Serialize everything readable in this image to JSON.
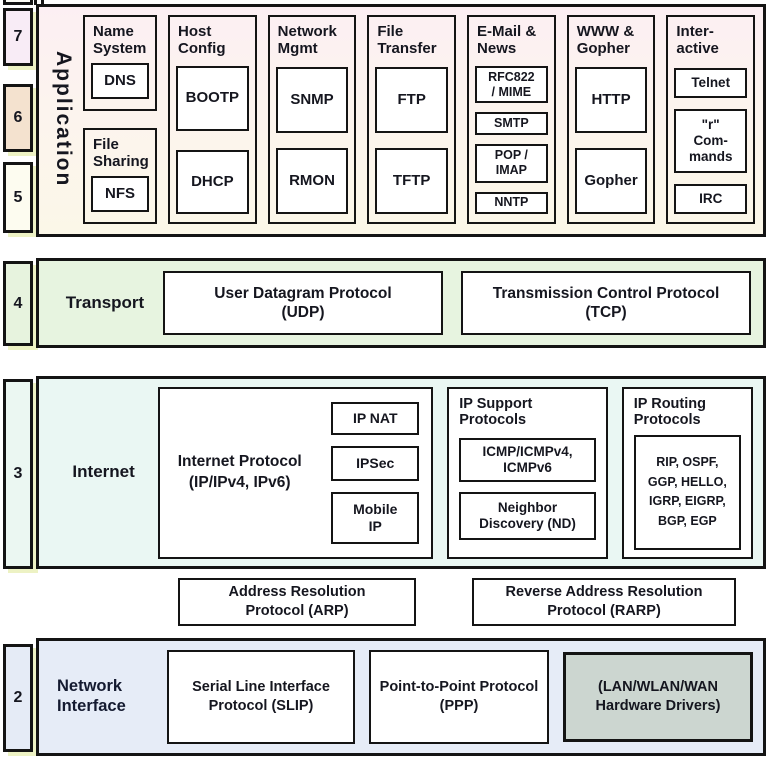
{
  "colors": {
    "border": "#141414",
    "app_band_top": "#fceff3",
    "app_band_bottom": "#fbf7e8",
    "transport_band": "#e7f4e0",
    "internet_band": "#eaf7f3",
    "network_interface_band": "#e6ecf7",
    "hardware_box": "#ccd6d0",
    "glow": "#edf2c4",
    "num7_fill": "#f8ecf6",
    "num6_fill": "#f4e2cf",
    "num5_fill": "#fdfcf0",
    "num4_fill": "#e7f3de",
    "num3_fill": "#ebf7f2",
    "num2_fill": "#e5ebf6"
  },
  "layers": {
    "numbers": [
      "7",
      "6",
      "5",
      "4",
      "3",
      "2"
    ]
  },
  "application": {
    "label": "Application",
    "name_system": {
      "header": "Name\nSystem",
      "protocol": "DNS"
    },
    "file_sharing": {
      "header": "File\nSharing",
      "protocol": "NFS"
    },
    "host_config": {
      "header": "Host\nConfig",
      "protocols": [
        "BOOTP",
        "DHCP"
      ]
    },
    "network_mgmt": {
      "header": "Network\nMgmt",
      "protocols": [
        "SNMP",
        "RMON"
      ]
    },
    "file_transfer": {
      "header": "File\nTransfer",
      "protocols": [
        "FTP",
        "TFTP"
      ]
    },
    "email_news": {
      "header": "E-Mail &\nNews",
      "protocols": [
        "RFC822\n/ MIME",
        "SMTP",
        "POP /\nIMAP",
        "NNTP"
      ]
    },
    "www_gopher": {
      "header": "WWW &\nGopher",
      "protocols": [
        "HTTP",
        "Gopher"
      ]
    },
    "interactive": {
      "header": "Inter-\nactive",
      "protocols": [
        "Telnet",
        "\"r\"\nCom-\nmands",
        "IRC"
      ]
    }
  },
  "transport": {
    "label": "Transport",
    "udp": "User Datagram Protocol\n(UDP)",
    "tcp": "Transmission Control Protocol\n(TCP)"
  },
  "internet": {
    "label": "Internet",
    "ip_title": "Internet Protocol\n(IP/IPv4, IPv6)",
    "ip_sub": [
      "IP NAT",
      "IPSec",
      "Mobile\nIP"
    ],
    "support_header": "IP Support\nProtocols",
    "support_items": [
      "ICMP/ICMPv4,\nICMPv6",
      "Neighbor\nDiscovery (ND)"
    ],
    "routing_header": "IP Routing\nProtocols",
    "routing_list": "RIP, OSPF,\nGGP, HELLO,\nIGRP, EIGRP,\nBGP, EGP"
  },
  "resolution": {
    "arp": "Address Resolution\nProtocol (ARP)",
    "rarp": "Reverse Address Resolution\nProtocol (RARP)"
  },
  "network_interface": {
    "label": "Network\nInterface",
    "slip": "Serial Line Interface\nProtocol (SLIP)",
    "ppp": "Point-to-Point Protocol\n(PPP)",
    "hardware": "(LAN/WLAN/WAN\nHardware Drivers)"
  }
}
